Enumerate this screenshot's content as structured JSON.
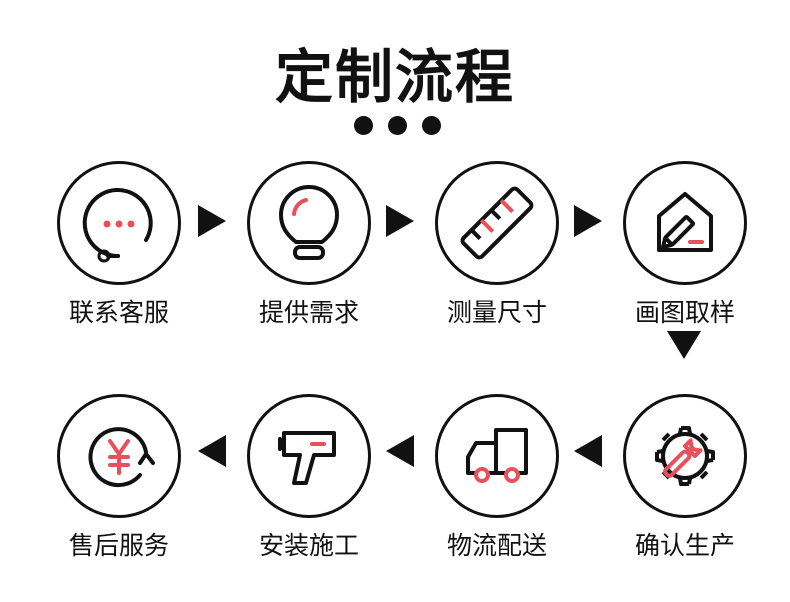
{
  "title": "定制流程",
  "colors": {
    "line": "#111111",
    "accent": "#e8505b"
  },
  "steps": [
    {
      "label": "联系客服",
      "icon": "customer-service-chat-icon"
    },
    {
      "label": "提供需求",
      "icon": "lightbulb-icon"
    },
    {
      "label": "测量尺寸",
      "icon": "ruler-icon"
    },
    {
      "label": "画图取样",
      "icon": "house-pencil-icon"
    },
    {
      "label": "确认生产",
      "icon": "gear-wrench-icon"
    },
    {
      "label": "物流配送",
      "icon": "delivery-truck-icon"
    },
    {
      "label": "安装施工",
      "icon": "drill-icon"
    },
    {
      "label": "售后服务",
      "icon": "yen-refresh-icon"
    }
  ]
}
